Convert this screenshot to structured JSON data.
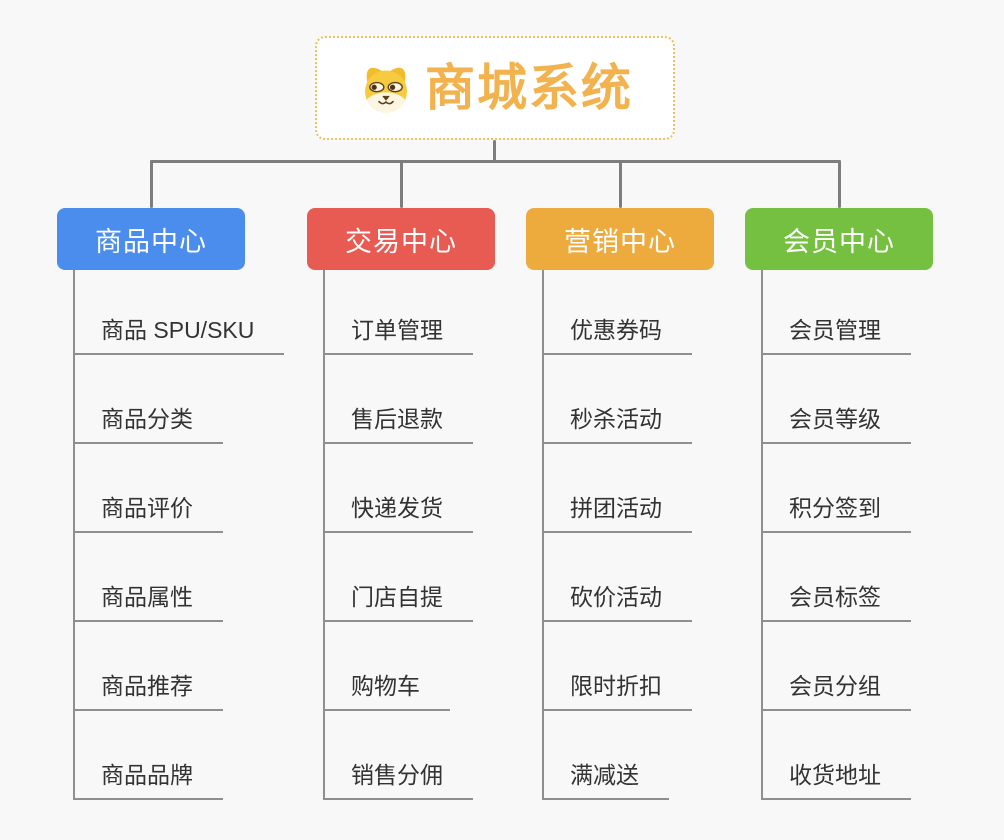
{
  "root": {
    "title": "商城系统",
    "icon": "dog-face-icon"
  },
  "branches": [
    {
      "label": "商品中心",
      "color": "#4b8dec",
      "children": [
        "商品 SPU/SKU",
        "商品分类",
        "商品评价",
        "商品属性",
        "商品推荐",
        "商品品牌"
      ]
    },
    {
      "label": "交易中心",
      "color": "#e75b52",
      "children": [
        "订单管理",
        "售后退款",
        "快递发货",
        "门店自提",
        "购物车",
        "销售分佣"
      ]
    },
    {
      "label": "营销中心",
      "color": "#edab3e",
      "children": [
        "优惠券码",
        "秒杀活动",
        "拼团活动",
        "砍价活动",
        "限时折扣",
        "满减送"
      ]
    },
    {
      "label": "会员中心",
      "color": "#76c041",
      "children": [
        "会员管理",
        "会员等级",
        "积分签到",
        "会员标签",
        "会员分组",
        "收货地址"
      ]
    }
  ],
  "colors": {
    "background": "#f8f8f8",
    "root_border": "#efbd62",
    "root_text": "#f2b24e",
    "connector": "#7d7d7d",
    "branch_line": "#8f8f8f",
    "child_text": "#333333"
  }
}
